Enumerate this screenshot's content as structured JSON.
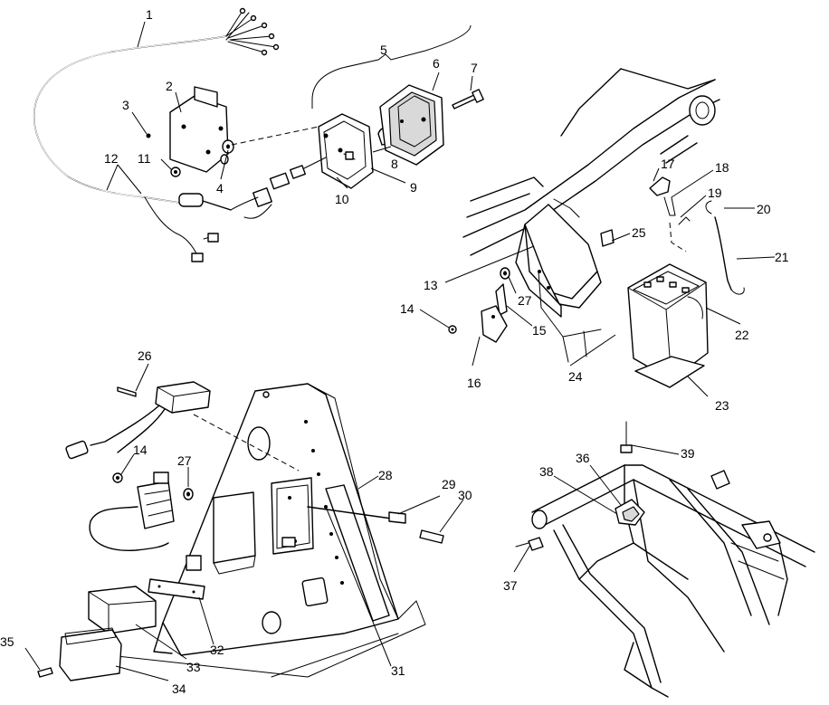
{
  "callouts": [
    "1",
    "2",
    "3",
    "4",
    "5",
    "6",
    "7",
    "8",
    "9",
    "10",
    "11",
    "12",
    "13",
    "14",
    "15",
    "16",
    "17",
    "18",
    "19",
    "20",
    "21",
    "22",
    "23",
    "24",
    "25",
    "26",
    "27",
    "28",
    "29",
    "30",
    "31",
    "32",
    "33",
    "34",
    "35",
    "36",
    "37",
    "38",
    "39",
    "14",
    "27"
  ]
}
